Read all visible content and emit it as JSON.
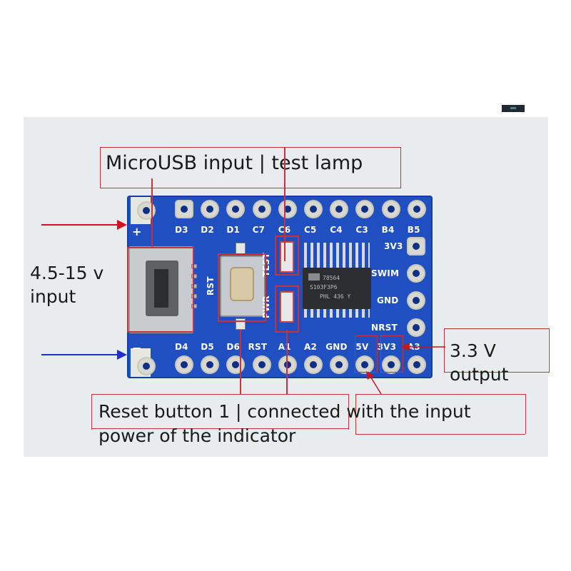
{
  "labels": {
    "micro_usb": "MicroUSB input | test lamp",
    "input_voltage": "4.5-15 v",
    "input_word": "input",
    "output_voltage": "3.3 V",
    "output_word": "output",
    "reset_line1": "Reset button 1 | connected with the input",
    "reset_line2": "power of the indicator",
    "plus_sign": "+",
    "minus_sign": "−"
  },
  "board": {
    "top_pins": [
      "D3",
      "D2",
      "D1",
      "C7",
      "C6",
      "C5",
      "C4",
      "C3",
      "B4",
      "B5"
    ],
    "bottom_pins": [
      "D4",
      "D5",
      "D6",
      "RST",
      "A1",
      "A2",
      "GND",
      "5V",
      "3V3",
      "A3"
    ],
    "right_pins": [
      "3V3",
      "SWIM",
      "GND",
      "NRST"
    ],
    "led_test": "TEST",
    "led_pwr": "PWR",
    "rst_label": "RST",
    "chip_line1": "78564",
    "chip_line2": "S103F3P6",
    "chip_line3": "PHL 436 Y"
  },
  "colors": {
    "board": "#1f4fc1",
    "annotation": "#c8323a",
    "text_red": "#d0121c",
    "arrow_plus": "#d0121c",
    "arrow_minus": "#1f2fc8"
  }
}
